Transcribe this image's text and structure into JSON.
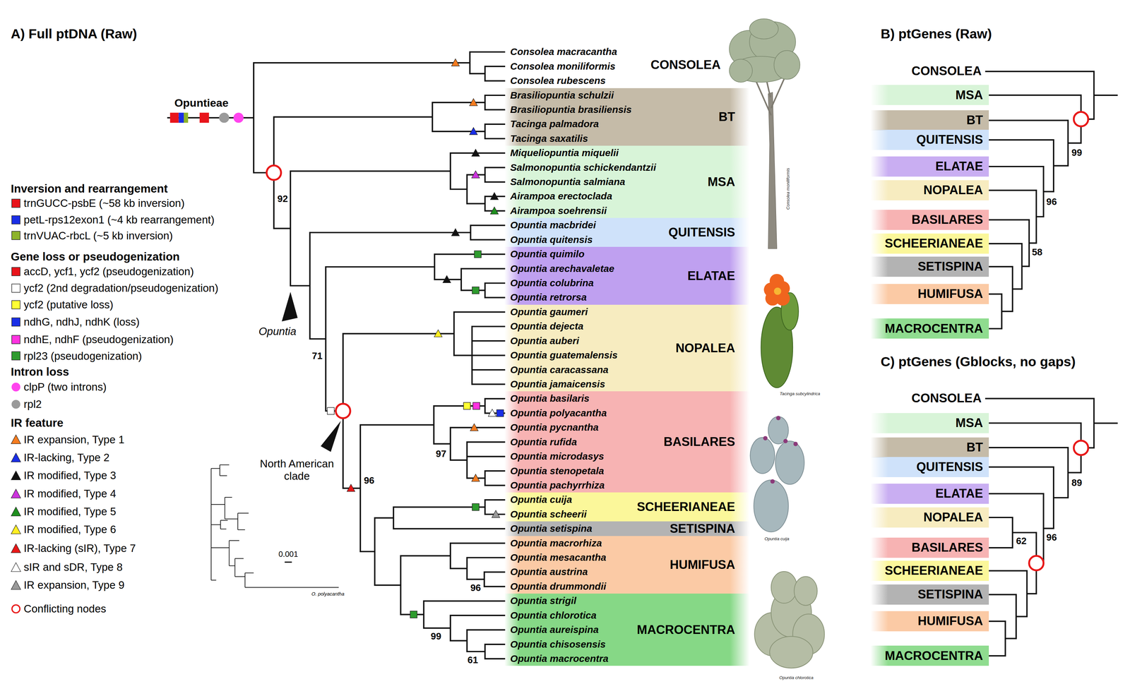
{
  "diagram": {
    "nodes": [
      {
        "text": [
          "BT"
        ]
      },
      {
        "text": [
          "MSA"
        ]
      },
      {
        "text": [
          "QUITENSIS"
        ]
      },
      {
        "text": [
          "ELATAE"
        ]
      },
      {
        "text": [
          "NOPALEA"
        ]
      },
      {
        "text": [
          "BASILARES"
        ]
      },
      {
        "text": [
          "SCHEERIANEAE"
        ]
      },
      {
        "text": [
          "SETISPINA"
        ]
      },
      {
        "text": [
          "HUMIFUSA"
        ]
      },
      {
        "text": [
          "MACROCENTRA"
        ]
      },
      {
        "text": [
          "MSA"
        ]
      },
      {
        "text": [
          "BT"
        ]
      },
      {
        "text": [
          "QUITENSIS"
        ]
      },
      {
        "text": [
          "ELATAE"
        ]
      },
      {
        "text": [
          "NOPALEA"
        ]
      },
      {
        "text": [
          "BASILARES"
        ]
      },
      {
        "text": [
          "SCHEERIANEAE"
        ]
      },
      {
        "text": [
          "SETISPINA"
        ]
      },
      {
        "text": [
          "HUMIFUSA"
        ]
      },
      {
        "text": [
          "MACROCENTRA"
        ]
      },
      {
        "text": [
          "MSA"
        ]
      },
      {
        "text": [
          "BT"
        ]
      },
      {
        "text": [
          "QUITENSIS"
        ]
      },
      {
        "text": [
          "ELATAE"
        ]
      },
      {
        "text": [
          "NOPALEA"
        ]
      },
      {
        "text": [
          "BASILARES"
        ]
      },
      {
        "text": [
          "SCHEERIANEAE"
        ]
      },
      {
        "text": [
          "SETISPINA"
        ]
      },
      {
        "text": [
          "HUMIFUSA"
        ]
      },
      {
        "text": [
          "MACROCENTRA"
        ]
      }
    ],
    "labels": [
      "A) Full ptDNA (Raw)",
      "B) ptGenes (Raw)",
      "Opuntieae",
      "Consolea macracantha",
      "Consolea moniliformis",
      "Consolea rubescens",
      "Brasiliopuntia schulzii",
      "Brasiliopuntia brasiliensis",
      "Tacinga palmadora",
      "Tacinga saxatilis",
      "Miqueliopuntia miquelii",
      "Salmonopuntia schickendantzii",
      "Salmonopuntia salmiana",
      "Airampoa erectoclada",
      "Airampoa soehrensii",
      "Opuntia macbridei",
      "Opuntia quitensis",
      "Opuntia quimilo",
      "Opuntia arechavaletae",
      "Opuntia colubrina",
      "Opuntia retrorsa",
      "Opuntia gaumeri",
      "Opuntia dejecta",
      "Opuntia auberi",
      "Opuntia guatemalensis",
      "Opuntia caracassana",
      "Opuntia jamaicensis",
      "Opuntia basilaris",
      "Opuntia polyacantha",
      "Opuntia pycnantha",
      "Opuntia rufida",
      "Opuntia microdasys",
      "Opuntia stenopetala",
      "Opuntia pachyrrhiza",
      "Opuntia cuija",
      "Opuntia scheerii",
      "Opuntia setispina",
      "Opuntia macrorhiza",
      "Opuntia mesacantha",
      "Opuntia austrina",
      "Opuntia drummondii",
      "Opuntia strigil",
      "Opuntia chlorotica",
      "Opuntia aureispina",
      "Opuntia chisosensis",
      "Opuntia macrocentra",
      "CONSOLEA",
      "92",
      "Opuntia",
      "71",
      "North American clade",
      "96",
      "97",
      "96",
      "99",
      "61",
      "Inversion and rearrangement",
      "Gene loss or pseudogenization",
      "Intron loss",
      "IR feature",
      "0.001",
      "O. polyacantha",
      "Consolea moniliformis",
      "Tacinga subcylindrica",
      "Opuntia cuija",
      "Opuntia chlorotica",
      "CONSOLEA",
      "99",
      "96",
      "58",
      "C) ptGenes (Gblocks, no gaps)",
      "CONSOLEA",
      "89",
      "96",
      "62"
    ],
    "legend": [
      {
        "text": "trnGUCC-psbE (~58 kb inversion)",
        "color": "#e8141b"
      },
      {
        "text": "petL-rps12exon1 (~4 kb rearrangement)",
        "color": "#1a2ee6"
      },
      {
        "text": "trnVUAC-rbcL (~5 kb inversion)",
        "color": "#8db32a"
      },
      {
        "text": "accD, ycf1, ycf2 (pseudogenization)",
        "color": "#e8141b"
      },
      {
        "text": "ycf2 (2nd degradation/pseudogenization)",
        "color": "#ffffff"
      },
      {
        "text": "ycf2 (putative loss)",
        "color": "#ffff33"
      },
      {
        "text": "ndhG, ndhJ, ndhK (loss)",
        "color": "#1a2ee6"
      },
      {
        "text": "ndhE, ndhF (pseudogenization)",
        "color": "#ff33e0"
      },
      {
        "text": "rpl23 (pseudogenization)",
        "color": "#2e9b2e"
      },
      {
        "text": "clpP (two introns)",
        "color": "#ff44ee"
      },
      {
        "text": "rpl2",
        "color": "#9a9a9a"
      },
      {
        "text": "IR expansion, Type 1",
        "color": "#f47c20"
      },
      {
        "text": "IR-lacking, Type 2",
        "color": "#1a2ee6"
      },
      {
        "text": "IR modified, Type 3",
        "color": "#111111"
      },
      {
        "text": "IR modified, Type 4",
        "color": "#cc33dd"
      },
      {
        "text": "IR modified, Type 5",
        "color": "#1f8f1f"
      },
      {
        "text": "IR modified, Type 6",
        "color": "#ffee22"
      },
      {
        "text": "IR-lacking (sIR), Type 7",
        "color": "#e81818"
      },
      {
        "text": "sIR and sDR, Type 8",
        "color": "#ffffff"
      },
      {
        "text": "IR expansion, Type 9",
        "color": "#999999"
      },
      {
        "text": "Conflicting nodes"
      }
    ]
  }
}
